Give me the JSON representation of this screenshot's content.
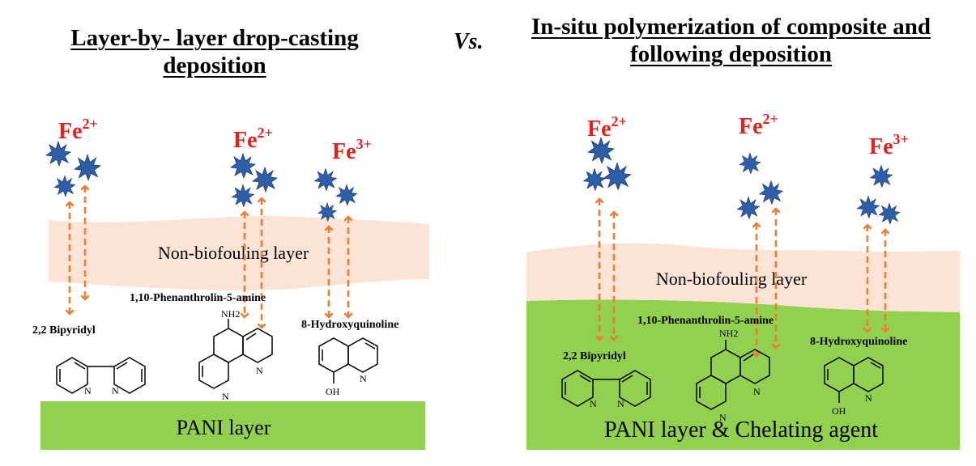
{
  "left_panel": {
    "title": "Layer-by- layer drop-casting deposition",
    "layer_label": "Non-biofouling layer",
    "base_label": "PANI layer",
    "ions": [
      {
        "base": "Fe",
        "charge": "2+"
      },
      {
        "base": "Fe",
        "charge": "2+"
      },
      {
        "base": "Fe",
        "charge": "3+"
      }
    ],
    "molecules": [
      {
        "name": "2,2 Bipyridyl"
      },
      {
        "name": "1,10-Phenanthrolin-5-amine",
        "substituent": "NH2"
      },
      {
        "name": "8-Hydroxyquinoline",
        "substituent": "OH"
      }
    ]
  },
  "vs_label": "Vs.",
  "right_panel": {
    "title": "In-situ polymerization of composite and following deposition",
    "layer_label": "Non-biofouling layer",
    "base_label": "PANI layer & Chelating agent",
    "ions": [
      {
        "base": "Fe",
        "charge": "2+"
      },
      {
        "base": "Fe",
        "charge": "2+"
      },
      {
        "base": "Fe",
        "charge": "3+"
      }
    ],
    "molecules": [
      {
        "name": "2,2 Bipyridyl"
      },
      {
        "name": "1,10-Phenanthrolin-5-amine",
        "substituent": "NH2"
      },
      {
        "name": "8-Hydroxyquinoline",
        "substituent": "OH"
      }
    ]
  },
  "colors": {
    "ion_text": "#e8201c",
    "pani": "#92d050",
    "non_biofouling": "#fbe3d6",
    "arrow": "#ed7d31",
    "ion_particle": "#2f5ea8"
  }
}
